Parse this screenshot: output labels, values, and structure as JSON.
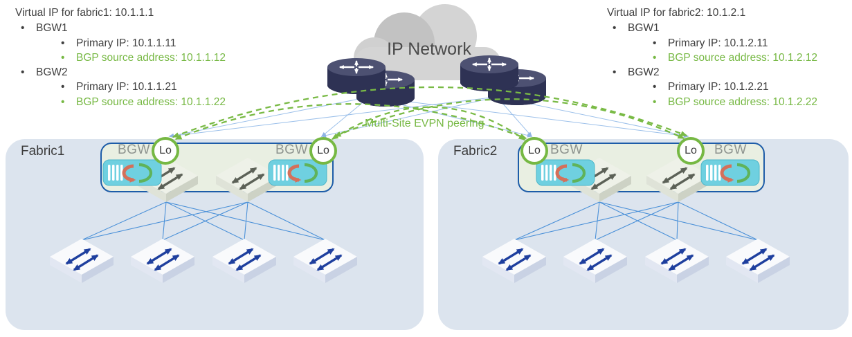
{
  "cloud": {
    "label": "IP Network"
  },
  "peering_label": "Multi-Site EVPN peering",
  "shared": {
    "bgw_label": "BGW",
    "loopback_label": "Lo"
  },
  "fabric1": {
    "name": "Fabric1",
    "note": {
      "title": "Virtual IP for fabric1: 10.1.1.1",
      "gateways": [
        {
          "name": "BGW1",
          "primary_ip": "Primary IP: 10.1.1.11",
          "bgp_source": "BGP source address: 10.1.1.12"
        },
        {
          "name": "BGW2",
          "primary_ip": "Primary IP: 10.1.1.21",
          "bgp_source": "BGP source address: 10.1.1.22"
        }
      ]
    }
  },
  "fabric2": {
    "name": "Fabric2",
    "note": {
      "title": "Virtual IP for fabric2: 10.1.2.1",
      "gateways": [
        {
          "name": "BGW1",
          "primary_ip": "Primary IP: 10.1.2.11",
          "bgp_source": "BGP source address: 10.1.2.12"
        },
        {
          "name": "BGW2",
          "primary_ip": "Primary IP: 10.1.2.21",
          "bgp_source": "BGP source address: 10.1.2.22"
        }
      ]
    }
  },
  "colors": {
    "accent_green": "#76b843",
    "mesh_blue": "#4a90d8",
    "underlay_blue": "#9cc0ea",
    "container_border": "#1d5ca8",
    "fabric_fill": "#dce4ee",
    "vtep_teal": "#6fd0e0",
    "cloud_gray": "#d4d4d4"
  }
}
